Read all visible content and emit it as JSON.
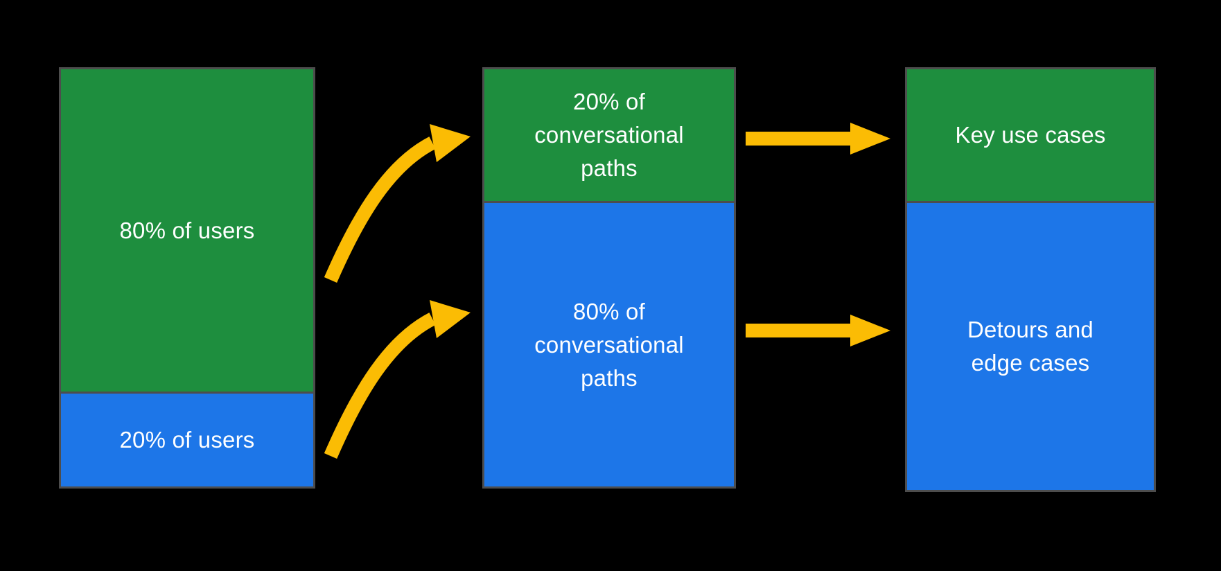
{
  "diagram": {
    "colors": {
      "background": "#000000",
      "green": "#1e8e3e",
      "blue": "#1d76e8",
      "arrow": "#fbbc04",
      "text": "#ffffff",
      "bar_border": "#4d4d4d"
    },
    "columns": [
      {
        "name": "users",
        "segments": [
          {
            "label": "80% of users",
            "value_pct": 80,
            "color": "green"
          },
          {
            "label": "20% of users",
            "value_pct": 20,
            "color": "blue"
          }
        ]
      },
      {
        "name": "conversational-paths",
        "segments": [
          {
            "label": "20% of\nconversational\npaths",
            "value_pct": 20,
            "color": "green"
          },
          {
            "label": "80% of\nconversational\npaths",
            "value_pct": 80,
            "color": "blue"
          }
        ]
      },
      {
        "name": "use-cases",
        "segments": [
          {
            "label": "Key use cases",
            "color": "green"
          },
          {
            "label": "Detours and\nedge cases",
            "color": "blue"
          }
        ]
      }
    ],
    "arrows": [
      {
        "name": "curved-arrow-top",
        "from": "80% of users",
        "to": "20% of conversational paths"
      },
      {
        "name": "curved-arrow-bottom",
        "from": "20% of users",
        "to": "80% of conversational paths"
      },
      {
        "name": "straight-arrow-top",
        "from": "20% of conversational paths",
        "to": "Key use cases"
      },
      {
        "name": "straight-arrow-bottom",
        "from": "80% of conversational paths",
        "to": "Detours and edge cases"
      }
    ]
  }
}
